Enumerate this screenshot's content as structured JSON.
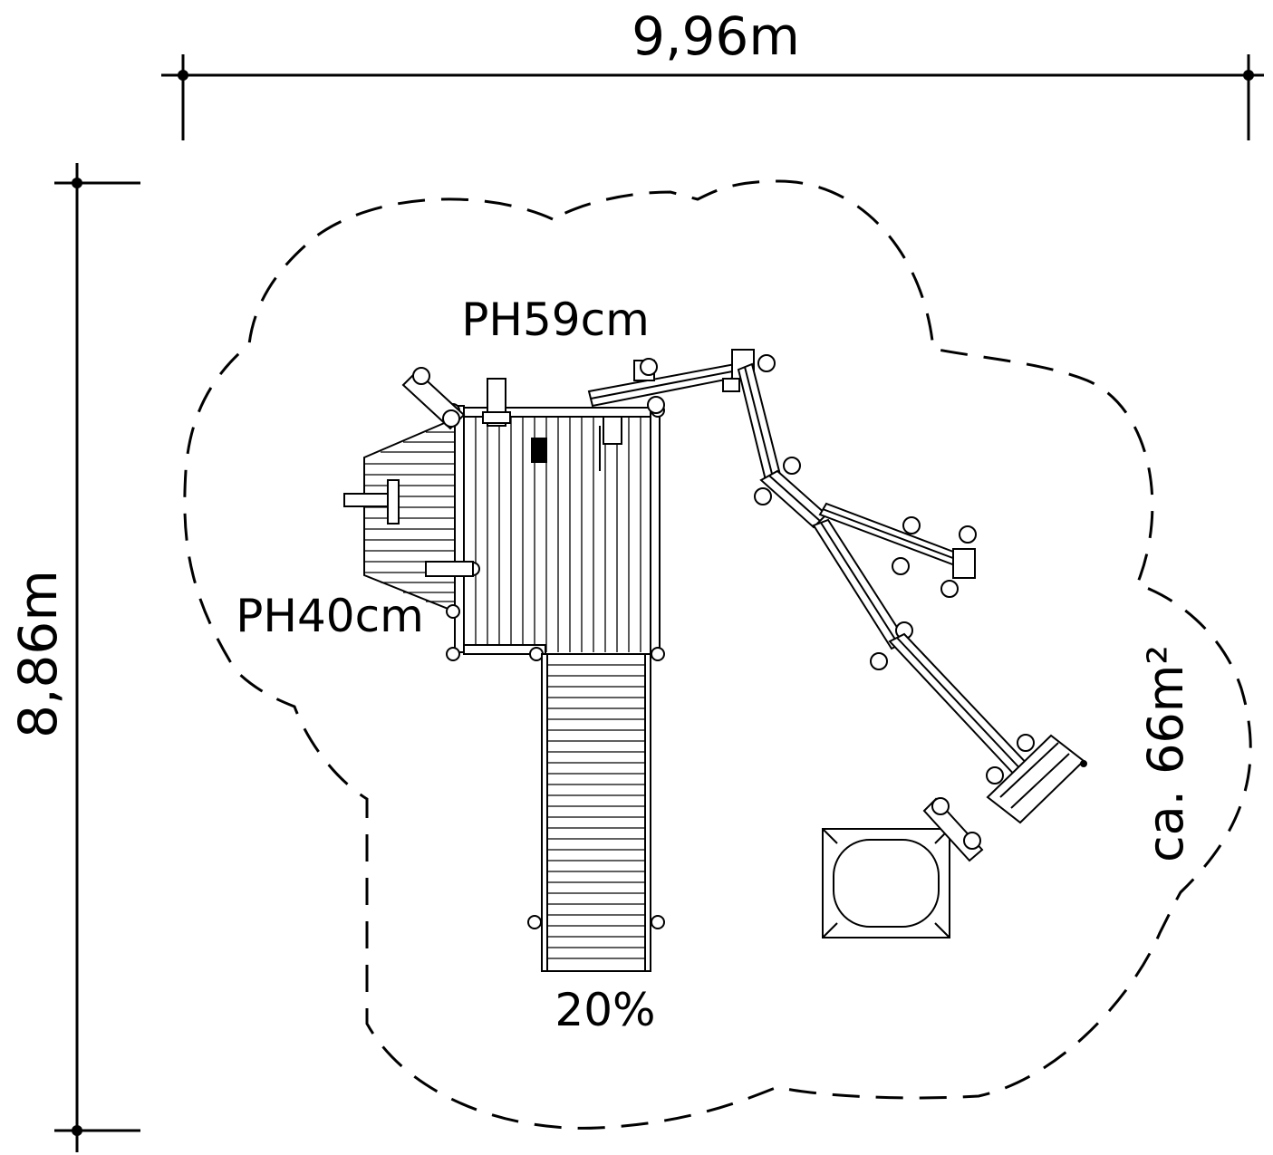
{
  "dimensions": {
    "width_label": "9,96m",
    "depth_label": "8,86m",
    "area_label": "ca. 66m²"
  },
  "annotations": {
    "platform_high": "PH59cm",
    "platform_low": "PH40cm",
    "ramp_slope": "20%"
  },
  "colors": {
    "line": "#000000",
    "background": "#ffffff",
    "dark_fill": "#000000"
  }
}
